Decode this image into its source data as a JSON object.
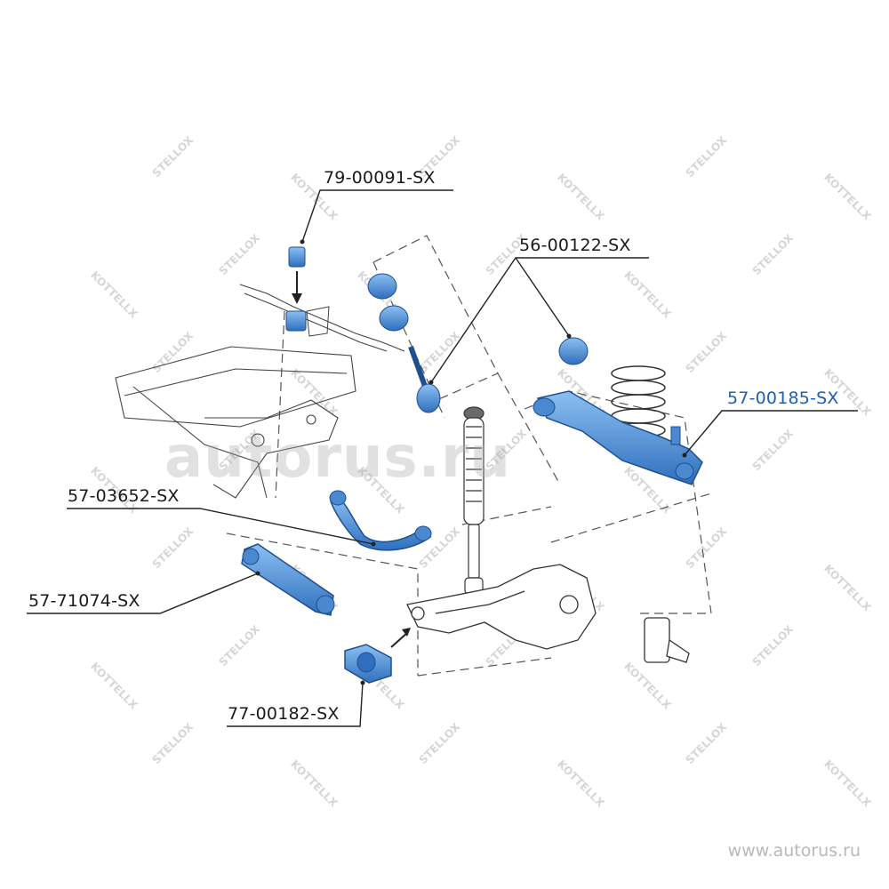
{
  "parts": [
    {
      "id": "79-00091-SX",
      "label": "79-00091-SX",
      "highlighted": false
    },
    {
      "id": "56-00122-SX",
      "label": "56-00122-SX",
      "highlighted": false
    },
    {
      "id": "57-00185-SX",
      "label": "57-00185-SX",
      "highlighted": true
    },
    {
      "id": "57-03652-SX",
      "label": "57-03652-SX",
      "highlighted": false
    },
    {
      "id": "57-71074-SX",
      "label": "57-71074-SX",
      "highlighted": false
    },
    {
      "id": "77-00182-SX",
      "label": "77-00182-SX",
      "highlighted": false
    }
  ],
  "watermark": {
    "brand_a": "STELLOX",
    "brand_b": "KOTTELLX",
    "overlay": "autorus.ru"
  },
  "footer": {
    "site": "www.autorus.ru"
  },
  "colors": {
    "part_fill": "#5a9be0",
    "part_dark": "#1f4f8f",
    "line": "#3a3a3a",
    "highlight_label": "#1e5fb4",
    "watermark": "#d6d6d6"
  }
}
